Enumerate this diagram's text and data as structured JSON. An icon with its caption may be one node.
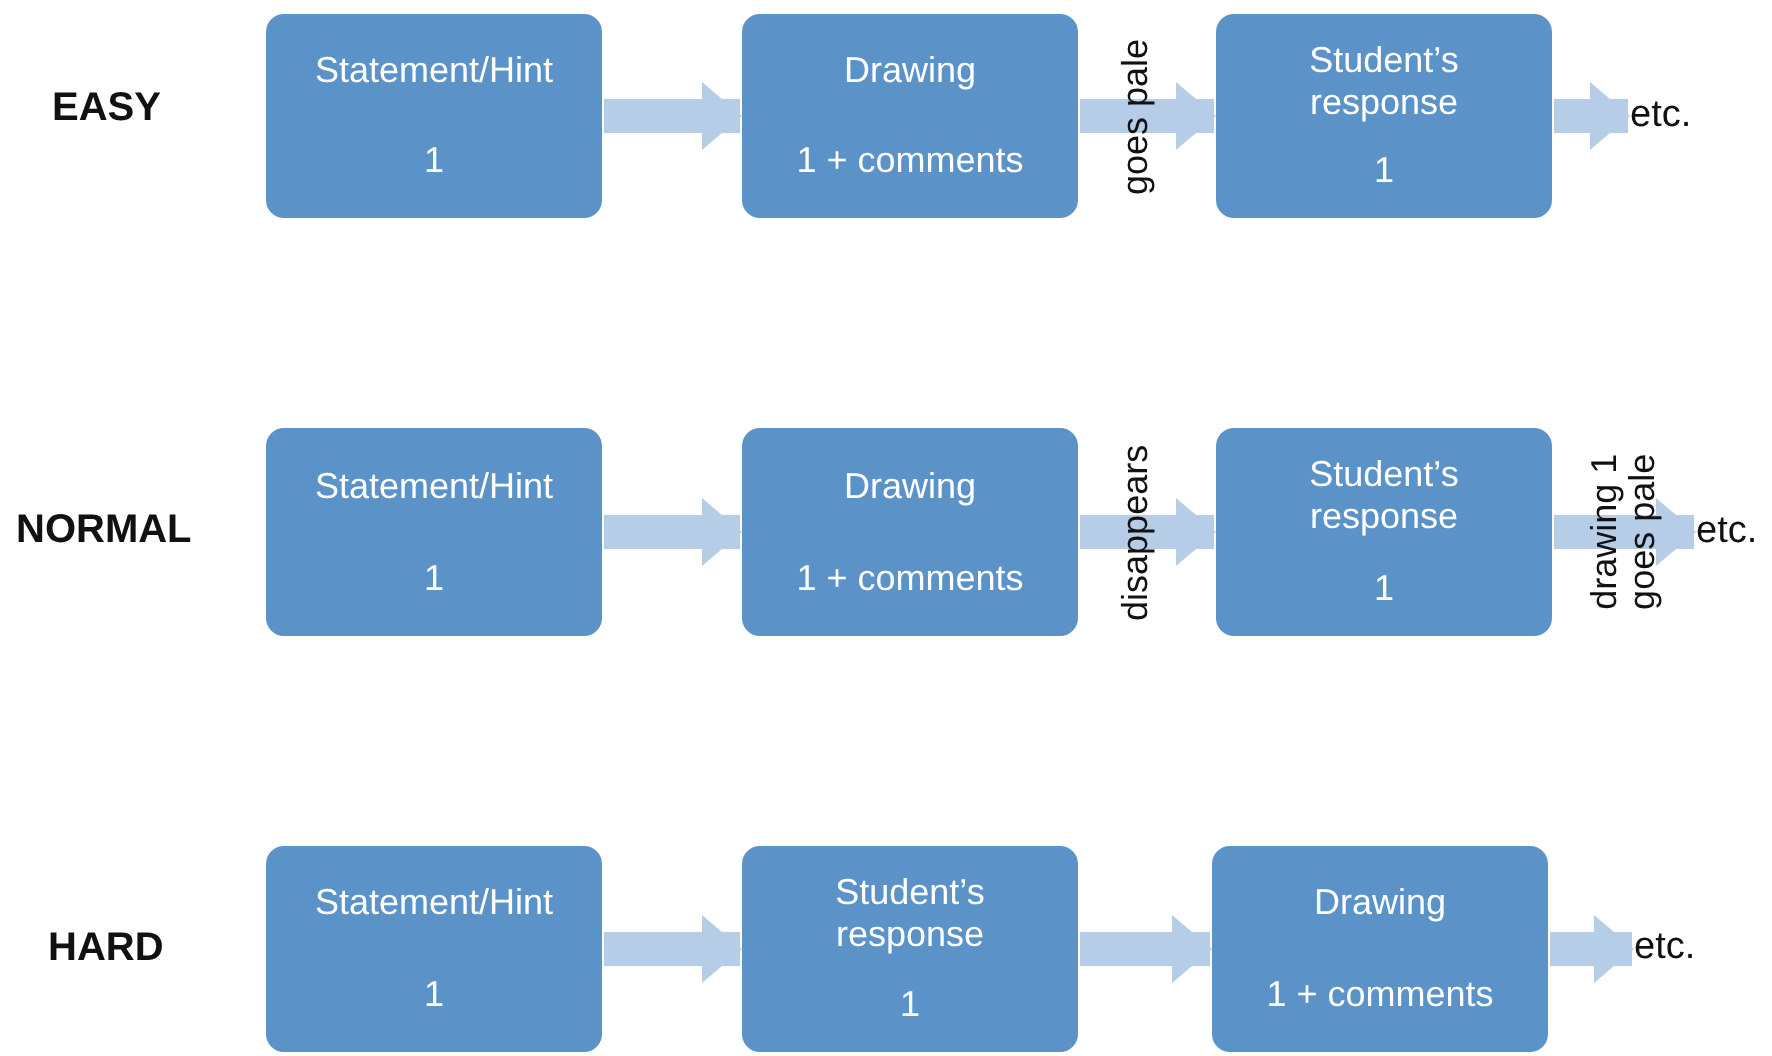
{
  "diagram": {
    "nodes": [
      {
        "text": [
          "Statement/Hint",
          "1"
        ]
      },
      {
        "text": [
          "Drawing",
          "1 + comments"
        ]
      },
      {
        "text": [
          "Student’s response",
          "1"
        ]
      },
      {
        "text": [
          "etc."
        ]
      },
      {
        "text": [
          "Statement/Hint",
          "1"
        ]
      },
      {
        "text": [
          "Drawing",
          "1 + comments"
        ]
      },
      {
        "text": [
          "Student’s response",
          "1"
        ]
      },
      {
        "text": [
          "etc."
        ]
      },
      {
        "text": [
          "Statement/Hint",
          "1"
        ]
      },
      {
        "text": [
          "Student’s response",
          "1"
        ]
      },
      {
        "text": [
          "Drawing",
          "1 + comments"
        ]
      },
      {
        "text": [
          "etc."
        ]
      }
    ],
    "edges": [
      {
        "from": 0,
        "to": 1,
        "arrow": "to"
      },
      {
        "from": 1,
        "to": 2,
        "arrow": "to",
        "label": "goes pale"
      },
      {
        "from": 2,
        "to": 3,
        "arrow": "to"
      },
      {
        "from": 4,
        "to": 5,
        "arrow": "to"
      },
      {
        "from": 5,
        "to": 6,
        "arrow": "to",
        "label": "disappears"
      },
      {
        "from": 6,
        "to": 7,
        "arrow": "to",
        "label": "drawing 1 goes pale"
      },
      {
        "from": 8,
        "to": 9,
        "arrow": "to"
      },
      {
        "from": 9,
        "to": 10,
        "arrow": "to"
      },
      {
        "from": 10,
        "to": 11,
        "arrow": "to"
      }
    ],
    "labels": [
      "EASY",
      "NORMAL",
      "HARD"
    ]
  }
}
